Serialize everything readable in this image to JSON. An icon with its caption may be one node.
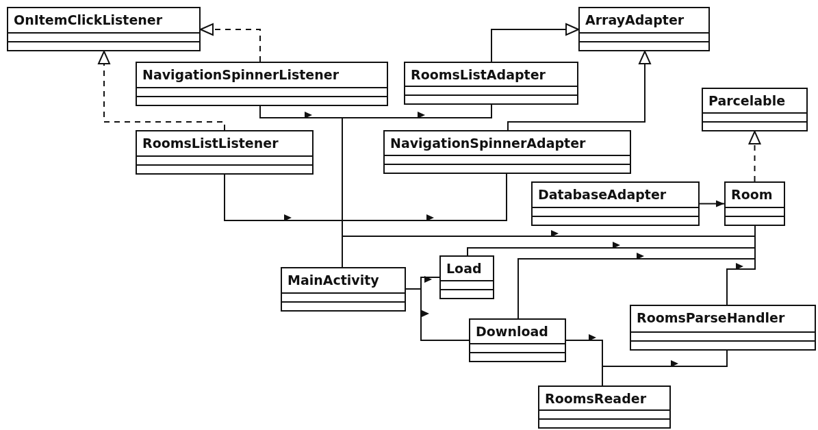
{
  "diagram": {
    "nodes": [
      {
        "text": [
          "OnItemClickListener"
        ]
      },
      {
        "text": [
          "NavigationSpinnerListener"
        ]
      },
      {
        "text": [
          "RoomsListAdapter"
        ]
      },
      {
        "text": [
          "ArrayAdapter"
        ]
      },
      {
        "text": [
          "Parcelable"
        ]
      },
      {
        "text": [
          "RoomsListListener"
        ]
      },
      {
        "text": [
          "NavigationSpinnerAdapter"
        ]
      },
      {
        "text": [
          "DatabaseAdapter"
        ]
      },
      {
        "text": [
          "Room"
        ]
      },
      {
        "text": [
          "MainActivity"
        ]
      },
      {
        "text": [
          "Load"
        ]
      },
      {
        "text": [
          "Download"
        ]
      },
      {
        "text": [
          "RoomsParseHandler"
        ]
      },
      {
        "text": [
          "RoomsReader"
        ]
      }
    ],
    "edges": [
      {
        "from": 1,
        "to": 0,
        "arrow": "to",
        "style": "dashed"
      },
      {
        "from": 5,
        "to": 0,
        "arrow": "to",
        "style": "dashed"
      },
      {
        "from": 2,
        "to": 3,
        "arrow": "to"
      },
      {
        "from": 6,
        "to": 3,
        "arrow": "to"
      },
      {
        "from": 8,
        "to": 4,
        "arrow": "to",
        "style": "dashed"
      },
      {
        "from": 1,
        "to": 9,
        "arrow": "none"
      },
      {
        "from": 9,
        "to": 2,
        "arrow": "none"
      },
      {
        "from": 5,
        "to": 9,
        "arrow": "none"
      },
      {
        "from": 9,
        "to": 6,
        "arrow": "none"
      },
      {
        "from": 7,
        "to": 8,
        "arrow": "to"
      },
      {
        "from": 9,
        "to": 8,
        "arrow": "none"
      },
      {
        "from": 10,
        "to": 8,
        "arrow": "none"
      },
      {
        "from": 11,
        "to": 8,
        "arrow": "none"
      },
      {
        "from": 12,
        "to": 8,
        "arrow": "none"
      },
      {
        "from": 9,
        "to": 10,
        "arrow": "none"
      },
      {
        "from": 9,
        "to": 11,
        "arrow": "none"
      },
      {
        "from": 11,
        "to": 13,
        "arrow": "none"
      },
      {
        "from": 13,
        "to": 12,
        "arrow": "none"
      }
    ]
  }
}
